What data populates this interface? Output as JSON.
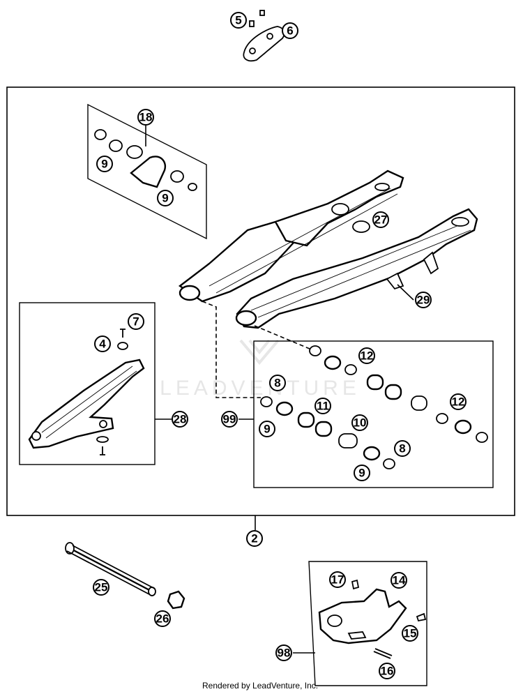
{
  "watermark": "LEADVENTURE",
  "credit": "Rendered by LeadVenture, Inc.",
  "callouts": {
    "c5": "5",
    "c6": "6",
    "c18": "18",
    "c9a": "9",
    "c9b": "9",
    "c27": "27",
    "c29": "29",
    "c7": "7",
    "c4": "4",
    "c28": "28",
    "c12a": "12",
    "c8a": "8",
    "c99": "99",
    "c11": "11",
    "c9c": "9",
    "c10": "10",
    "c12b": "12",
    "c8b": "8",
    "c9d": "9",
    "c2": "2",
    "c25": "25",
    "c26": "26",
    "c17": "17",
    "c14": "14",
    "c15": "15",
    "c98": "98",
    "c16": "16"
  }
}
